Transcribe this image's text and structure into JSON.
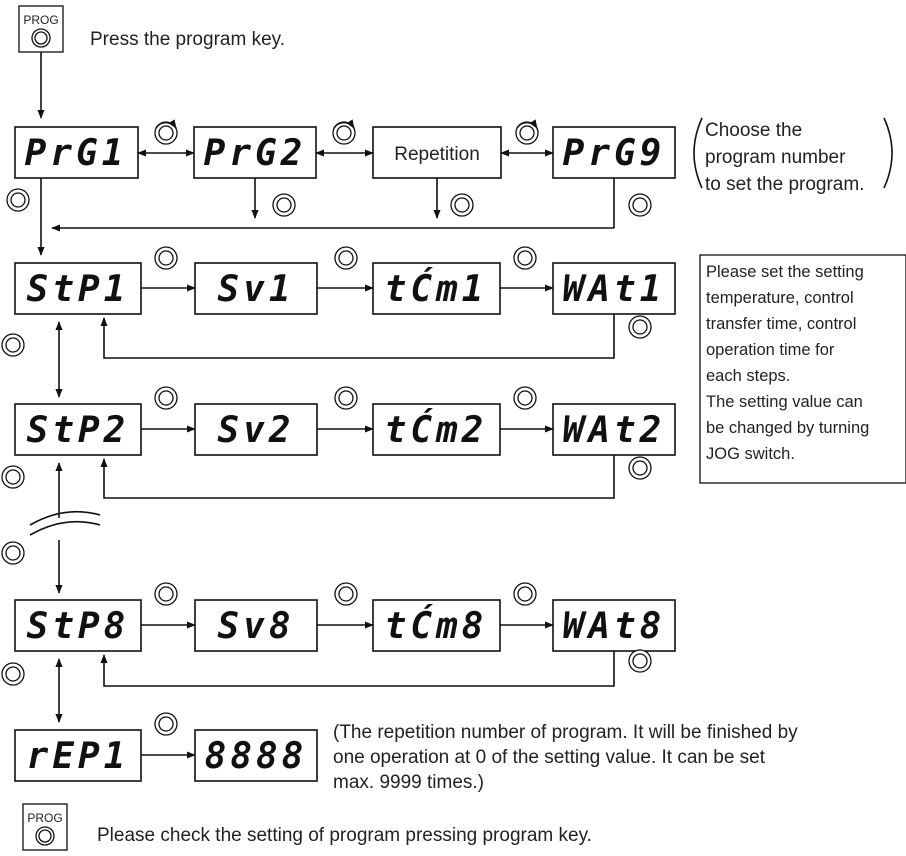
{
  "prog_top": {
    "key_label": "PROG",
    "caption": "Press the program key."
  },
  "programs": [
    "PrG1",
    "PrG2",
    "PrG9"
  ],
  "repetition_label": "Repetition",
  "program_note": [
    "Choose the",
    "program number",
    "to set the program."
  ],
  "steps": [
    {
      "stp": "StP1",
      "sv": "Sv1",
      "tm": "tĆm1",
      "wat": "WAt1"
    },
    {
      "stp": "StP2",
      "sv": "Sv2",
      "tm": "tĆm2",
      "wat": "WAt2"
    },
    {
      "stp": "StP8",
      "sv": "Sv8",
      "tm": "tĆm8",
      "wat": "WAt8"
    }
  ],
  "step_note": [
    "Please set the setting",
    "temperature, control",
    "transfer time, control",
    "operation time for",
    "each steps.",
    "The setting value can",
    "be changed by turning",
    "JOG switch."
  ],
  "rep": {
    "name": "rEP1",
    "value": "8888"
  },
  "rep_note": [
    "(The repetition number of program. It will be finished by",
    " one operation at 0 of the setting value. It can be set",
    " max. 9999 times.)"
  ],
  "prog_bottom": {
    "key_label": "PROG",
    "caption": "Please check the setting of program pressing program key."
  }
}
